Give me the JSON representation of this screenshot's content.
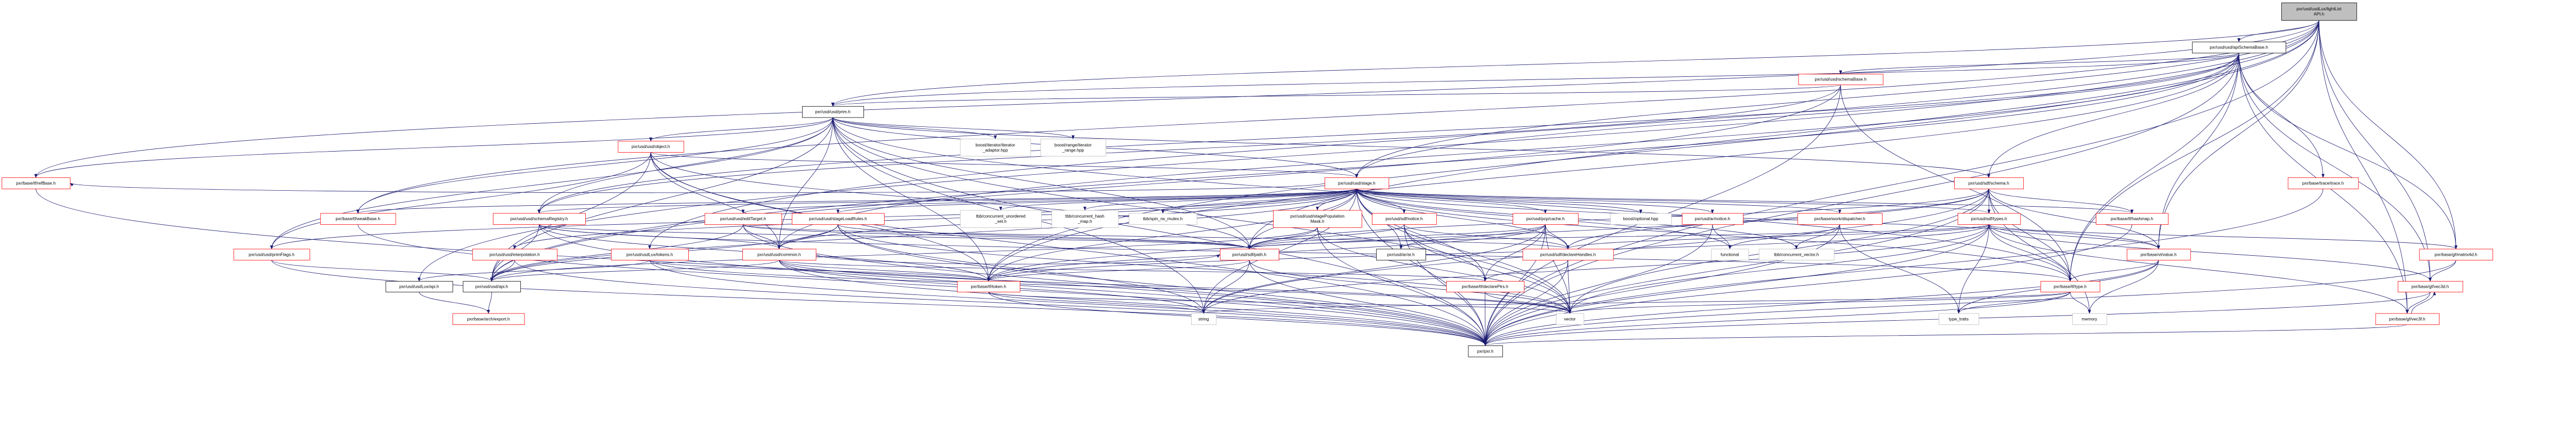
{
  "title": "pxr/usd/usdLux/lightListAPI.h include dependency graph",
  "colors": {
    "edge": "#191970",
    "root_fill": "#bfbfbf",
    "truncated_border": "#ff0000",
    "complete_border": "#000000",
    "system_border": "#bfbfbf"
  },
  "nodes": [
    {
      "id": "root",
      "label": [
        "pxr/usd/usdLux/lightList",
        "API.h"
      ],
      "kind": "root"
    },
    {
      "id": "apiSchemaBase",
      "label": [
        "pxr/usd/usd/apiSchemaBase.h"
      ],
      "kind": "complete"
    },
    {
      "id": "schemaBase",
      "label": [
        "pxr/usd/usd/schemaBase.h"
      ],
      "kind": "truncated"
    },
    {
      "id": "prim",
      "label": [
        "pxr/usd/usd/prim.h"
      ],
      "kind": "complete"
    },
    {
      "id": "object",
      "label": [
        "pxr/usd/usd/object.h"
      ],
      "kind": "truncated"
    },
    {
      "id": "iterAdaptor",
      "label": [
        "boost/iterator/iterator",
        "_adaptor.hpp"
      ],
      "kind": "system"
    },
    {
      "id": "rangeIter",
      "label": [
        "boost/range/iterator",
        "_range.hpp"
      ],
      "kind": "system"
    },
    {
      "id": "refBase",
      "label": [
        "pxr/base/tf/refBase.h"
      ],
      "kind": "truncated"
    },
    {
      "id": "stage",
      "label": [
        "pxr/usd/usd/stage.h"
      ],
      "kind": "truncated"
    },
    {
      "id": "sdfSchema",
      "label": [
        "pxr/usd/sdf/schema.h"
      ],
      "kind": "truncated"
    },
    {
      "id": "trace",
      "label": [
        "pxr/base/trace/trace.h"
      ],
      "kind": "truncated"
    },
    {
      "id": "weakBase",
      "label": [
        "pxr/base/tf/weakBase.h"
      ],
      "kind": "truncated"
    },
    {
      "id": "schemaRegistry",
      "label": [
        "pxr/usd/usd/schemaRegistry.h"
      ],
      "kind": "truncated"
    },
    {
      "id": "editTarget",
      "label": [
        "pxr/usd/usd/editTarget.h"
      ],
      "kind": "truncated"
    },
    {
      "id": "stageLoadRules",
      "label": [
        "pxr/usd/usd/stageLoadRules.h"
      ],
      "kind": "truncated"
    },
    {
      "id": "tbbUnordered",
      "label": [
        "tbb/concurrent_unordered",
        "_set.h"
      ],
      "kind": "system"
    },
    {
      "id": "tbbHashMap",
      "label": [
        "tbb/concurrent_hash",
        "_map.h"
      ],
      "kind": "system"
    },
    {
      "id": "spinRw",
      "label": [
        "tbb/spin_rw_mutex.h"
      ],
      "kind": "system"
    },
    {
      "id": "popMask",
      "label": [
        "pxr/usd/usd/stagePopulation",
        "Mask.h"
      ],
      "kind": "truncated"
    },
    {
      "id": "sdfNotice",
      "label": [
        "pxr/usd/sdf/notice.h"
      ],
      "kind": "truncated"
    },
    {
      "id": "pcpCache",
      "label": [
        "pxr/usd/pcp/cache.h"
      ],
      "kind": "truncated"
    },
    {
      "id": "boostOptional",
      "label": [
        "boost/optional.hpp"
      ],
      "kind": "system"
    },
    {
      "id": "arNotice",
      "label": [
        "pxr/usd/ar/notice.h"
      ],
      "kind": "truncated"
    },
    {
      "id": "dispatcher",
      "label": [
        "pxr/base/work/dispatcher.h"
      ],
      "kind": "truncated"
    },
    {
      "id": "sdfTypes",
      "label": [
        "pxr/usd/sdf/types.h"
      ],
      "kind": "truncated"
    },
    {
      "id": "hashmap",
      "label": [
        "pxr/base/tf/hashmap.h"
      ],
      "kind": "truncated"
    },
    {
      "id": "primFlags",
      "label": [
        "pxr/usd/usd/primFlags.h"
      ],
      "kind": "truncated"
    },
    {
      "id": "interpolation",
      "label": [
        "pxr/usd/usd/interpolation.h"
      ],
      "kind": "truncated"
    },
    {
      "id": "luxTokens",
      "label": [
        "pxr/usd/usdLux/tokens.h"
      ],
      "kind": "truncated"
    },
    {
      "id": "common",
      "label": [
        "pxr/usd/usd/common.h"
      ],
      "kind": "truncated"
    },
    {
      "id": "sdfPath",
      "label": [
        "pxr/usd/sdf/path.h"
      ],
      "kind": "truncated"
    },
    {
      "id": "ar",
      "label": [
        "pxr/usd/ar/ar.h"
      ],
      "kind": "complete"
    },
    {
      "id": "declareHandles",
      "label": [
        "pxr/usd/sdf/declareHandles.h"
      ],
      "kind": "truncated"
    },
    {
      "id": "functional",
      "label": [
        "functional"
      ],
      "kind": "system"
    },
    {
      "id": "concVector",
      "label": [
        "tbb/concurrent_vector.h"
      ],
      "kind": "system"
    },
    {
      "id": "vtValue",
      "label": [
        "pxr/base/vt/value.h"
      ],
      "kind": "truncated"
    },
    {
      "id": "matrix4d",
      "label": [
        "pxr/base/gf/matrix4d.h"
      ],
      "kind": "truncated"
    },
    {
      "id": "luxApi",
      "label": [
        "pxr/usd/usdLux/api.h"
      ],
      "kind": "complete"
    },
    {
      "id": "usdApi",
      "label": [
        "pxr/usd/usd/api.h"
      ],
      "kind": "complete"
    },
    {
      "id": "token",
      "label": [
        "pxr/base/tf/token.h"
      ],
      "kind": "truncated"
    },
    {
      "id": "declarePtrs",
      "label": [
        "pxr/base/tf/declarePtrs.h"
      ],
      "kind": "truncated"
    },
    {
      "id": "tfType",
      "label": [
        "pxr/base/tf/type.h"
      ],
      "kind": "truncated"
    },
    {
      "id": "vec3d",
      "label": [
        "pxr/base/gf/vec3d.h"
      ],
      "kind": "truncated"
    },
    {
      "id": "archExport",
      "label": [
        "pxr/base/arch/export.h"
      ],
      "kind": "truncated"
    },
    {
      "id": "string",
      "label": [
        "string"
      ],
      "kind": "system"
    },
    {
      "id": "vector",
      "label": [
        "vector"
      ],
      "kind": "system"
    },
    {
      "id": "typeTraits",
      "label": [
        "type_traits"
      ],
      "kind": "system"
    },
    {
      "id": "memory",
      "label": [
        "memory"
      ],
      "kind": "system"
    },
    {
      "id": "vec3f",
      "label": [
        "pxr/base/gf/vec3f.h"
      ],
      "kind": "truncated"
    },
    {
      "id": "pxr",
      "label": [
        "pxr/pxr.h"
      ],
      "kind": "complete"
    }
  ],
  "edges": [
    [
      "root",
      "apiSchemaBase"
    ],
    [
      "root",
      "luxApi"
    ],
    [
      "root",
      "luxTokens"
    ],
    [
      "root",
      "prim"
    ],
    [
      "root",
      "stage"
    ],
    [
      "root",
      "refBase"
    ],
    [
      "root",
      "weakBase"
    ],
    [
      "root",
      "tfType"
    ],
    [
      "root",
      "vtValue"
    ],
    [
      "root",
      "matrix4d"
    ],
    [
      "root",
      "vec3d"
    ],
    [
      "root",
      "vec3f"
    ],
    [
      "root",
      "pxr"
    ],
    [
      "root",
      "token"
    ],
    [
      "root",
      "sdfPath"
    ],
    [
      "apiSchemaBase",
      "schemaBase"
    ],
    [
      "apiSchemaBase",
      "prim"
    ],
    [
      "apiSchemaBase",
      "stage"
    ],
    [
      "apiSchemaBase",
      "common"
    ],
    [
      "apiSchemaBase",
      "vtValue"
    ],
    [
      "apiSchemaBase",
      "tfType"
    ],
    [
      "apiSchemaBase",
      "usdApi"
    ],
    [
      "apiSchemaBase",
      "schemaRegistry"
    ],
    [
      "apiSchemaBase",
      "token"
    ],
    [
      "apiSchemaBase",
      "matrix4d"
    ],
    [
      "apiSchemaBase",
      "vec3d"
    ],
    [
      "apiSchemaBase",
      "vec3f"
    ],
    [
      "apiSchemaBase",
      "pxr"
    ],
    [
      "apiSchemaBase",
      "trace"
    ],
    [
      "apiSchemaBase",
      "sdfSchema"
    ],
    [
      "schemaBase",
      "prim"
    ],
    [
      "schemaBase",
      "usdApi"
    ],
    [
      "schemaBase",
      "tfType"
    ],
    [
      "schemaBase",
      "pxr"
    ],
    [
      "schemaBase",
      "schemaRegistry"
    ],
    [
      "prim",
      "object"
    ],
    [
      "prim",
      "iterAdaptor"
    ],
    [
      "prim",
      "rangeIter"
    ],
    [
      "prim",
      "common"
    ],
    [
      "prim",
      "primFlags"
    ],
    [
      "prim",
      "schemaRegistry"
    ],
    [
      "prim",
      "usdApi"
    ],
    [
      "prim",
      "sdfPath"
    ],
    [
      "prim",
      "token"
    ],
    [
      "prim",
      "string"
    ],
    [
      "prim",
      "vector"
    ],
    [
      "prim",
      "pxr"
    ],
    [
      "prim",
      "refBase"
    ],
    [
      "prim",
      "weakBase"
    ],
    [
      "prim",
      "tfType"
    ],
    [
      "prim",
      "sdfSchema"
    ],
    [
      "prim",
      "stage"
    ],
    [
      "object",
      "common"
    ],
    [
      "object",
      "stage"
    ],
    [
      "object",
      "sdfPath"
    ],
    [
      "object",
      "token"
    ],
    [
      "object",
      "usdApi"
    ],
    [
      "object",
      "pxr"
    ],
    [
      "object",
      "primFlags"
    ],
    [
      "stage",
      "editTarget"
    ],
    [
      "stage",
      "stageLoadRules"
    ],
    [
      "stage",
      "popMask"
    ],
    [
      "stage",
      "sdfNotice"
    ],
    [
      "stage",
      "pcpCache"
    ],
    [
      "stage",
      "boostOptional"
    ],
    [
      "stage",
      "arNotice"
    ],
    [
      "stage",
      "dispatcher"
    ],
    [
      "stage",
      "sdfTypes"
    ],
    [
      "stage",
      "hashmap"
    ],
    [
      "stage",
      "common"
    ],
    [
      "stage",
      "interpolation"
    ],
    [
      "stage",
      "schemaRegistry"
    ],
    [
      "stage",
      "primFlags"
    ],
    [
      "stage",
      "tbbUnordered"
    ],
    [
      "stage",
      "tbbHashMap"
    ],
    [
      "stage",
      "spinRw"
    ],
    [
      "stage",
      "weakBase"
    ],
    [
      "stage",
      "refBase"
    ],
    [
      "stage",
      "usdApi"
    ],
    [
      "stage",
      "sdfPath"
    ],
    [
      "stage",
      "ar"
    ],
    [
      "stage",
      "declareHandles"
    ],
    [
      "stage",
      "functional"
    ],
    [
      "stage",
      "concVector"
    ],
    [
      "stage",
      "vtValue"
    ],
    [
      "stage",
      "declarePtrs"
    ],
    [
      "stage",
      "token"
    ],
    [
      "stage",
      "tfType"
    ],
    [
      "stage",
      "string"
    ],
    [
      "stage",
      "vector"
    ],
    [
      "stage",
      "pxr"
    ],
    [
      "sdfSchema",
      "sdfTypes"
    ],
    [
      "sdfSchema",
      "hashmap"
    ],
    [
      "sdfSchema",
      "vtValue"
    ],
    [
      "sdfSchema",
      "tfType"
    ],
    [
      "sdfSchema",
      "declareHandles"
    ],
    [
      "sdfSchema",
      "sdfPath"
    ],
    [
      "sdfSchema",
      "token"
    ],
    [
      "sdfSchema",
      "vector"
    ],
    [
      "sdfSchema",
      "memory"
    ],
    [
      "sdfSchema",
      "pxr"
    ],
    [
      "sdfSchema",
      "string"
    ],
    [
      "trace",
      "pxr"
    ],
    [
      "weakBase",
      "pxr"
    ],
    [
      "refBase",
      "pxr"
    ],
    [
      "schemaRegistry",
      "usdApi"
    ],
    [
      "schemaRegistry",
      "common"
    ],
    [
      "schemaRegistry",
      "token"
    ],
    [
      "schemaRegistry",
      "pxr"
    ],
    [
      "schemaRegistry",
      "tfType"
    ],
    [
      "schemaRegistry",
      "sdfPath"
    ],
    [
      "editTarget",
      "common"
    ],
    [
      "editTarget",
      "usdApi"
    ],
    [
      "editTarget",
      "sdfPath"
    ],
    [
      "editTarget",
      "pxr"
    ],
    [
      "editTarget",
      "declareHandles"
    ],
    [
      "stageLoadRules",
      "common"
    ],
    [
      "stageLoadRules",
      "usdApi"
    ],
    [
      "stageLoadRules",
      "sdfPath"
    ],
    [
      "stageLoadRules",
      "vector"
    ],
    [
      "stageLoadRules",
      "string"
    ],
    [
      "stageLoadRules",
      "pxr"
    ],
    [
      "popMask",
      "sdfPath"
    ],
    [
      "popMask",
      "usdApi"
    ],
    [
      "popMask",
      "pxr"
    ],
    [
      "popMask",
      "vector"
    ],
    [
      "sdfNotice",
      "sdfPath"
    ],
    [
      "sdfNotice",
      "declareHandles"
    ],
    [
      "sdfNotice",
      "declarePtrs"
    ],
    [
      "sdfNotice",
      "pxr"
    ],
    [
      "sdfNotice",
      "vector"
    ],
    [
      "pcpCache",
      "sdfPath"
    ],
    [
      "pcpCache",
      "ar"
    ],
    [
      "pcpCache",
      "declareHandles"
    ],
    [
      "pcpCache",
      "declarePtrs"
    ],
    [
      "pcpCache",
      "vector"
    ],
    [
      "pcpCache",
      "pxr"
    ],
    [
      "pcpCache",
      "token"
    ],
    [
      "pcpCache",
      "string"
    ],
    [
      "arNotice",
      "functional"
    ],
    [
      "arNotice",
      "pxr"
    ],
    [
      "dispatcher",
      "functional"
    ],
    [
      "dispatcher",
      "concVector"
    ],
    [
      "dispatcher",
      "pxr"
    ],
    [
      "dispatcher",
      "typeTraits"
    ],
    [
      "sdfTypes",
      "vtValue"
    ],
    [
      "sdfTypes",
      "tfType"
    ],
    [
      "sdfTypes",
      "matrix4d"
    ],
    [
      "sdfTypes",
      "vec3d"
    ],
    [
      "sdfTypes",
      "vec3f"
    ],
    [
      "sdfTypes",
      "token"
    ],
    [
      "sdfTypes",
      "sdfPath"
    ],
    [
      "sdfTypes",
      "declareHandles"
    ],
    [
      "sdfTypes",
      "pxr"
    ],
    [
      "sdfTypes",
      "string"
    ],
    [
      "sdfTypes",
      "vector"
    ],
    [
      "sdfTypes",
      "typeTraits"
    ],
    [
      "hashmap",
      "pxr"
    ],
    [
      "primFlags",
      "usdApi"
    ],
    [
      "primFlags",
      "pxr"
    ],
    [
      "interpolation",
      "usdApi"
    ],
    [
      "interpolation",
      "pxr"
    ],
    [
      "luxTokens",
      "token"
    ],
    [
      "luxTokens",
      "vector"
    ],
    [
      "luxTokens",
      "pxr"
    ],
    [
      "luxTokens",
      "luxApi"
    ],
    [
      "common",
      "usdApi"
    ],
    [
      "common",
      "sdfPath"
    ],
    [
      "common",
      "token"
    ],
    [
      "common",
      "string"
    ],
    [
      "common",
      "vector"
    ],
    [
      "common",
      "pxr"
    ],
    [
      "common",
      "declarePtrs"
    ],
    [
      "sdfPath",
      "string"
    ],
    [
      "sdfPath",
      "vector"
    ],
    [
      "sdfPath",
      "token"
    ],
    [
      "sdfPath",
      "pxr"
    ],
    [
      "declareHandles",
      "declarePtrs"
    ],
    [
      "declareHandles",
      "vector"
    ],
    [
      "declareHandles",
      "pxr"
    ],
    [
      "vtValue",
      "tfType"
    ],
    [
      "vtValue",
      "typeTraits"
    ],
    [
      "vtValue",
      "pxr"
    ],
    [
      "vtValue",
      "memory"
    ],
    [
      "matrix4d",
      "vec3d"
    ],
    [
      "matrix4d",
      "pxr"
    ],
    [
      "vec3d",
      "vec3f"
    ],
    [
      "vec3d",
      "pxr"
    ],
    [
      "vec3f",
      "vec3d"
    ],
    [
      "vec3f",
      "pxr"
    ],
    [
      "luxApi",
      "archExport"
    ],
    [
      "usdApi",
      "archExport"
    ],
    [
      "token",
      "string"
    ],
    [
      "token",
      "vector"
    ],
    [
      "token",
      "pxr"
    ],
    [
      "declarePtrs",
      "vector"
    ],
    [
      "declarePtrs",
      "pxr"
    ],
    [
      "tfType",
      "typeTraits"
    ],
    [
      "tfType",
      "memory"
    ],
    [
      "tfType",
      "pxr"
    ],
    [
      "tfType",
      "vector"
    ],
    [
      "tfType",
      "string"
    ]
  ]
}
